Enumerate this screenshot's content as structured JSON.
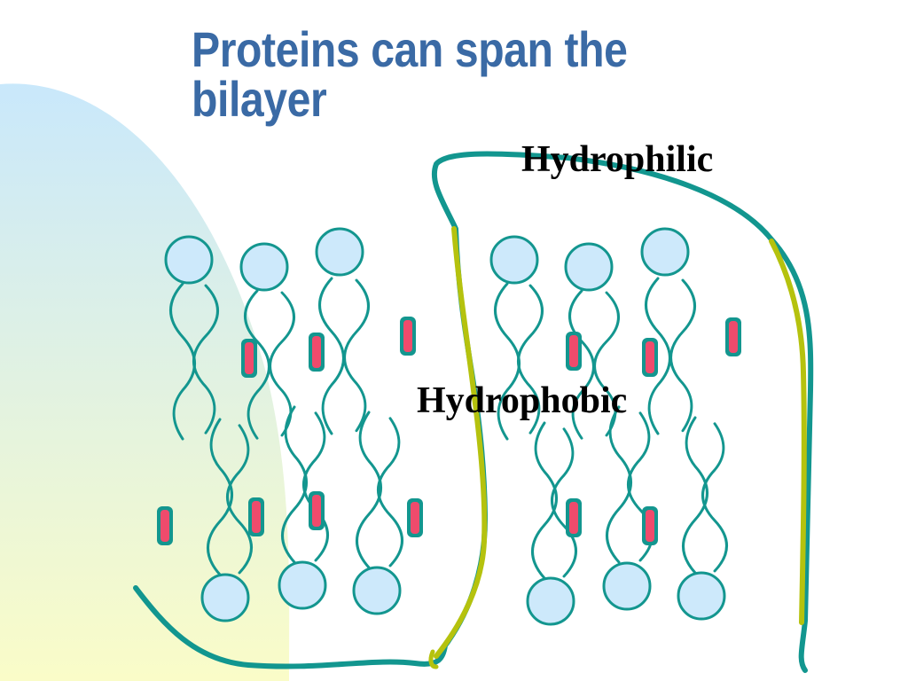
{
  "slide": {
    "title_line1": "Proteins can span the",
    "title_line2": "bilayer",
    "title_color": "#3a6aa5"
  },
  "diagram": {
    "labels": {
      "hydrophilic": "Hydrophilic",
      "hydrophobic": "Hydrophobic"
    },
    "colors": {
      "background_blob_top": "#c9e8fb",
      "background_blob_bottom": "#fafcc8",
      "lipid_head_fill": "#cde9fb",
      "lipid_stroke": "#13968f",
      "cholesterol_fill": "#ef4b6c",
      "protein_strand": "#12968f",
      "protein_highlight": "#b5c20e"
    }
  }
}
